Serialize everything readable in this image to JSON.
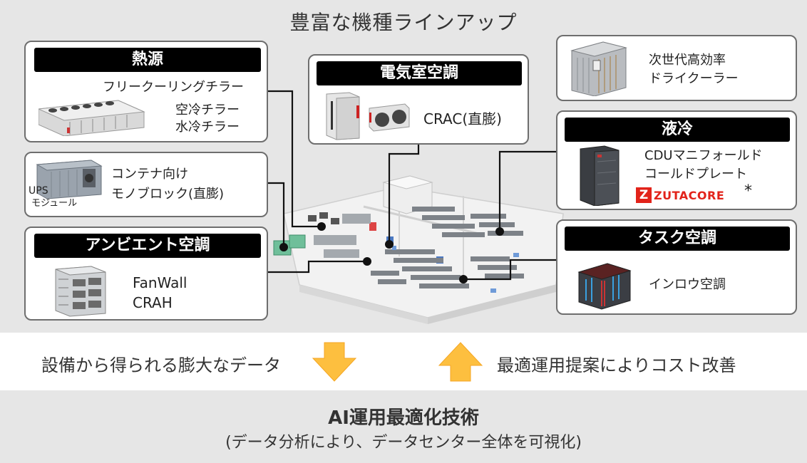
{
  "title": "豊富な機種ラインアップ",
  "heat_source": {
    "header": "熱源",
    "items": [
      "フリークーリングチラー",
      "空冷チラー",
      "水冷チラー"
    ]
  },
  "container": {
    "items": [
      "コンテナ向け",
      "モノブロック(直膨)"
    ],
    "ups_lines": [
      "UPS",
      "モジュール"
    ]
  },
  "ambient": {
    "header": "アンビエント空調",
    "items": [
      "FanWall",
      "CRAH"
    ]
  },
  "electrical_room": {
    "header": "電気室空調",
    "item": "CRAC(直膨)"
  },
  "dry_cooler": {
    "items": [
      "次世代高効率",
      "ドライクーラー"
    ]
  },
  "liquid": {
    "header": "液冷",
    "items": [
      "CDUマニフォールド",
      "コールドプレート"
    ],
    "brand": "ZUTACORE",
    "brand_mark": "Z",
    "asterisk": "*"
  },
  "task": {
    "header": "タスク空調",
    "item": "インロウ空調"
  },
  "flow": {
    "left": "設備から得られる膨大なデータ",
    "right": "最適運用提案によりコスト改善"
  },
  "bottom": {
    "title": "AI運用最適化技術",
    "subtitle": "(データ分析により、データセンター全体を可視化)"
  },
  "colors": {
    "panel": "#e6e6e6",
    "header": "#000000",
    "arrow": "#fdbf3f",
    "brand": "#e2231a"
  }
}
